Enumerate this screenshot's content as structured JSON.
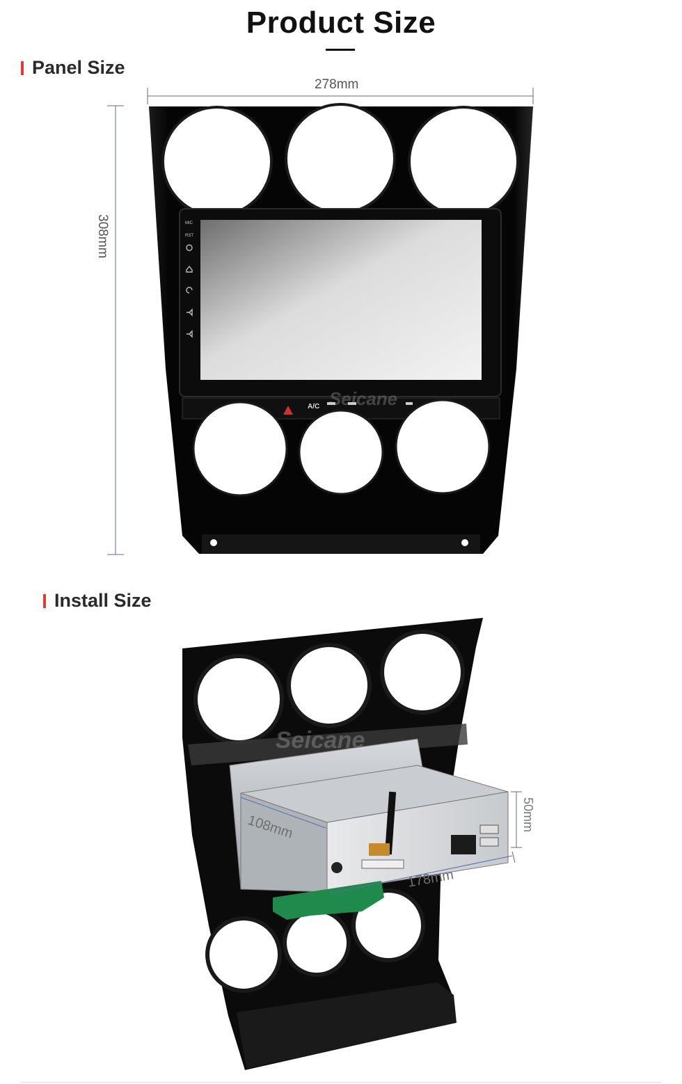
{
  "header": {
    "title": "Product Size"
  },
  "panel_section": {
    "heading": "Panel Size",
    "width_label": "278mm",
    "height_label": "308mm"
  },
  "install_section": {
    "heading": "Install Size",
    "height_label": "50mm",
    "depth_label": "108mm",
    "width_label": "178mm"
  },
  "device": {
    "side_buttons": [
      "MIC",
      "RST"
    ],
    "climate_buttons": [
      "A/C"
    ],
    "watermark": "Seicane"
  },
  "colors": {
    "accent": "#e53935",
    "dimension_line": "#5a6aa8",
    "panel": "#0a0a0a"
  }
}
